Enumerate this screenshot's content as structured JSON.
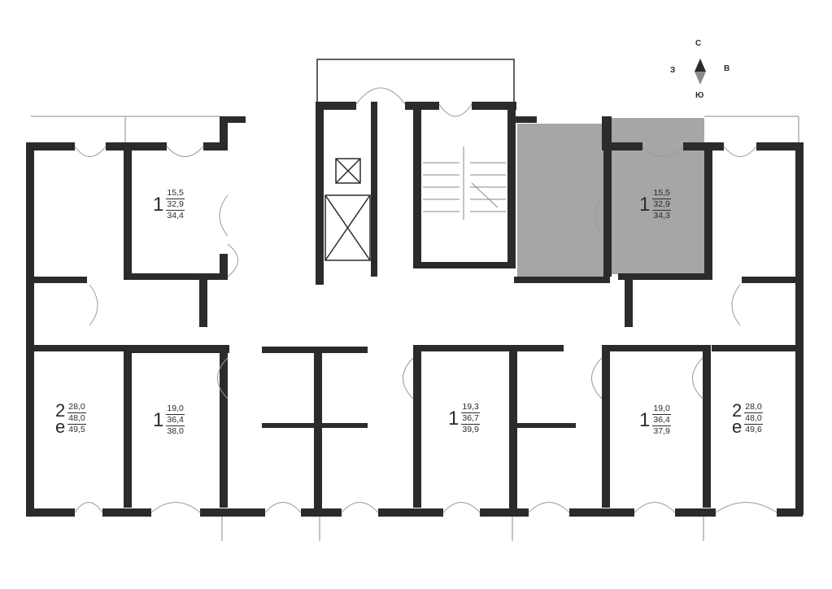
{
  "compass": {
    "north": "С",
    "south": "Ю",
    "west": "З",
    "east": "В"
  },
  "colors": {
    "wall": "#2b2b2b",
    "selected_apartment": "#a6a6a6",
    "background": "#ffffff"
  },
  "apartments": [
    {
      "id": "a1",
      "rooms": "1",
      "rooms_suffix": "",
      "living": "15,5",
      "total": "32,9",
      "total_with_balcony": "34,4",
      "selected": false
    },
    {
      "id": "a2",
      "rooms": "1",
      "rooms_suffix": "",
      "living": "15,5",
      "total": "32,9",
      "total_with_balcony": "34,3",
      "selected": true
    },
    {
      "id": "a3",
      "rooms": "2",
      "rooms_suffix": "е",
      "living": "28,0",
      "total": "48,0",
      "total_with_balcony": "49,5",
      "selected": false
    },
    {
      "id": "a4",
      "rooms": "1",
      "rooms_suffix": "",
      "living": "19,0",
      "total": "36,4",
      "total_with_balcony": "38,0",
      "selected": false
    },
    {
      "id": "a5",
      "rooms": "1",
      "rooms_suffix": "",
      "living": "19,3",
      "total": "36,7",
      "total_with_balcony": "39,9",
      "selected": false
    },
    {
      "id": "a6",
      "rooms": "1",
      "rooms_suffix": "",
      "living": "19,0",
      "total": "36,4",
      "total_with_balcony": "37,9",
      "selected": false
    },
    {
      "id": "a7",
      "rooms": "2",
      "rooms_suffix": "е",
      "living": "28,0",
      "total": "48,0",
      "total_with_balcony": "49,6",
      "selected": false
    }
  ]
}
